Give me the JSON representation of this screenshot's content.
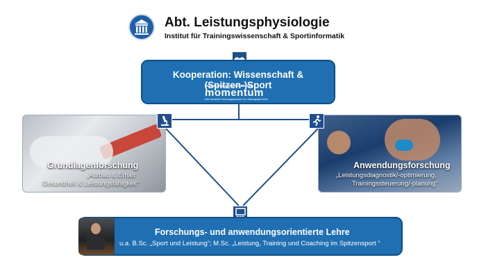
{
  "header": {
    "title": "Abt. Leistungsphysiologie",
    "subtitle": "Institut für Trainingswissenschaft & Sportinformatik"
  },
  "cooperation": {
    "title": "Kooperation: Wissenschaft & (Spitzen-)Sport",
    "momentum_small": "Deutsche Sporthochschule Köln",
    "momentum_word": "momentum",
    "momentum_tagline": "Das Deutsche Forschungszentrum für Leistungssport Köln"
  },
  "basic_research": {
    "title": "Grundlagenforschung",
    "line1": "„Aufbau & Erhalt",
    "line2": "Gesundheit & Leistungsfähigkeit“"
  },
  "applied_research": {
    "title": "Anwendungsforschung",
    "line1": "„Leistungsdiagnostik/-optimierung,",
    "line2": "Trainingssteuerung/-planung“"
  },
  "teaching": {
    "title": "Forschungs- und anwendungsorientierte Lehre",
    "text": "u.a. B.Sc. „Sport und Leistung“; M.Sc. „Leistung, Training und Coaching im Spitzensport “"
  },
  "colors": {
    "box_blue": "#1f6fb2",
    "line_blue": "#1f4f8c"
  },
  "icons": [
    "institution-icon",
    "handshake-icon",
    "microscope-icon",
    "runner-icon",
    "presentation-icon"
  ]
}
